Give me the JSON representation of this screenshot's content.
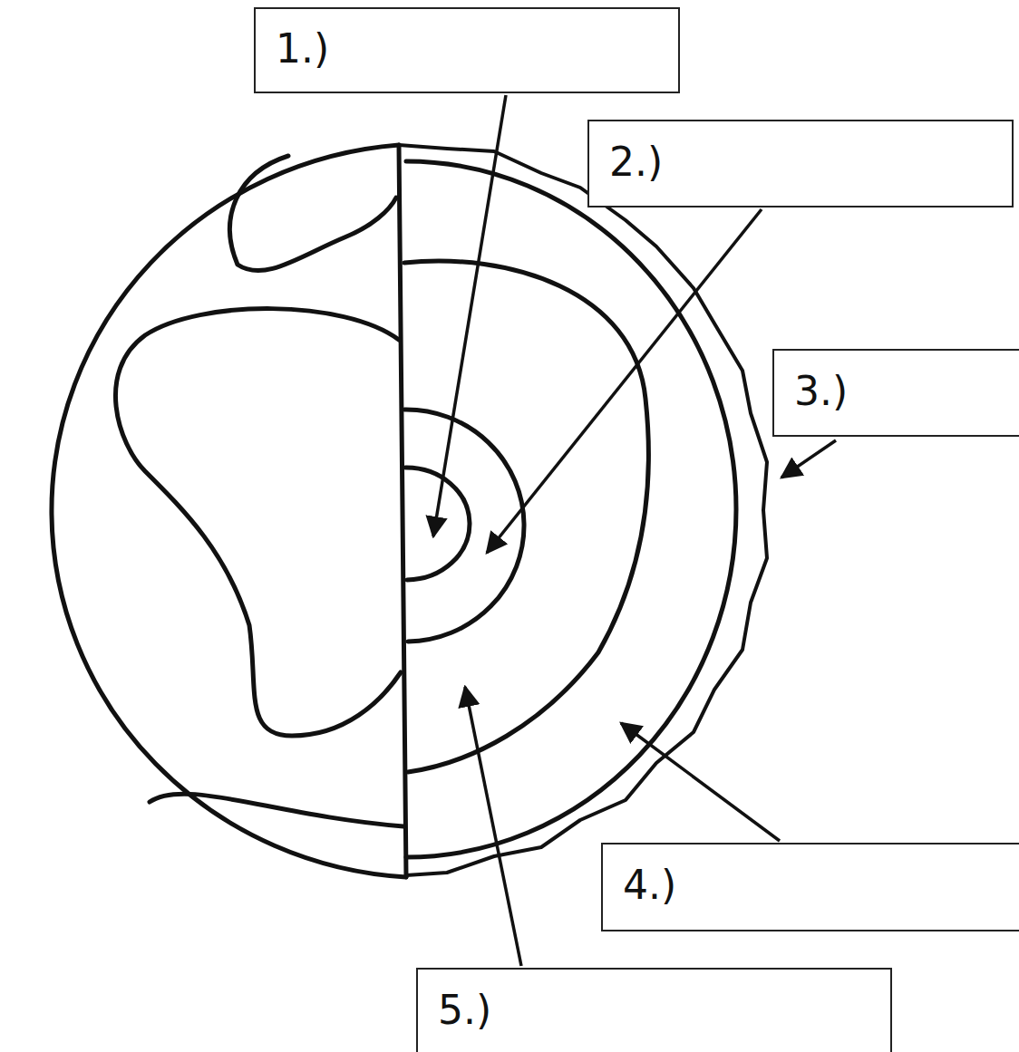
{
  "diagram": {
    "nodes": [
      {
        "text": [
          "1.)"
        ]
      },
      {
        "text": [
          "2.)"
        ]
      },
      {
        "text": [
          "3.)"
        ]
      },
      {
        "text": [
          "4.)"
        ]
      },
      {
        "text": [
          "5.)"
        ]
      }
    ]
  }
}
